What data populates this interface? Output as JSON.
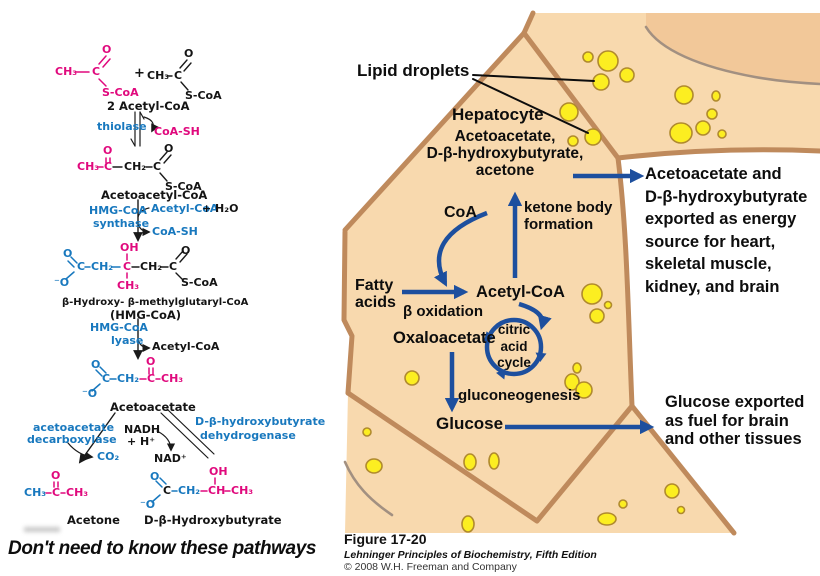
{
  "colors": {
    "magenta": "#e0097d",
    "blue": "#1878be",
    "arrow": "#1d4f9e",
    "cell-fill": "#f8d9ae",
    "cell-fill-dark": "#f2c899",
    "membrane": "#bf8a5c",
    "membrane-thin": "#a29081",
    "droplet": "#fcee21",
    "droplet-stroke": "#b08a2e"
  },
  "left": {
    "s1": {
      "ch3": "CH₃",
      "c": "C",
      "o": "O",
      "scoa": "S-CoA"
    },
    "plus": "+",
    "s2": {
      "ch3": "CH₃",
      "c": "C",
      "o": "O",
      "scoa": "S-CoA"
    },
    "two_acetyl": "2 Acetyl-CoA",
    "thiolase": "thiolase",
    "coash1": "CoA-SH",
    "s3": {
      "ch3": "CH₃",
      "c1": "C",
      "o1": "O",
      "ch2": "CH₂",
      "c2": "C",
      "o2": "O",
      "scoa": "S-CoA"
    },
    "acetoacetyl": "Acetoacetyl-CoA",
    "synthase1": "HMG-CoA",
    "synthase2": "synthase",
    "acoa_in": "Acetyl-CoA",
    "h2o": "+ H₂O",
    "coash2": "CoA-SH",
    "s4": {
      "o1": "O",
      "c1": "C",
      "ominus": "⁻O",
      "ch2a": "CH₂",
      "oh": "OH",
      "c2": "C",
      "ch3": "CH₃",
      "ch2b": "CH₂",
      "c3": "C",
      "o2": "O",
      "scoa": "S-CoA"
    },
    "hmg1": "β-Hydroxy- β-methylglutaryl-CoA",
    "hmg2": "(HMG-CoA)",
    "lyase1": "HMG-CoA",
    "lyase2": "lyase",
    "acoa_out": "Acetyl-CoA",
    "s5": {
      "o1": "O",
      "c1": "C",
      "ominus": "⁻O",
      "ch2": "CH₂",
      "o2": "O",
      "c2": "C",
      "ch3": "CH₃"
    },
    "acetoacetate": "Acetoacetate",
    "dec1": "acetoacetate",
    "dec2": "decarboxylase",
    "co2": "CO₂",
    "nadh1": "NADH",
    "nadh2": "+ H⁺",
    "nad": "NAD⁺",
    "dh1": "D-β-hydroxybutyrate",
    "dh2": "dehydrogenase",
    "s6": {
      "ch3a": "CH₃",
      "c": "C",
      "o": "O",
      "ch3b": "CH₃"
    },
    "acetone": "Acetone",
    "s7": {
      "o1": "O",
      "c": "C",
      "ominus": "⁻O",
      "ch2": "CH₂",
      "oh": "OH",
      "ch": "CH",
      "ch3": "CH₃"
    },
    "bhb": "D-β-Hydroxybutyrate",
    "note": "Don't need to know these pathways"
  },
  "cell": {
    "lipid_droplets": "Lipid droplets",
    "hepatocyte": "Hepatocyte",
    "products": [
      "Acetoacetate,",
      "D-β-hydroxybutyrate,",
      "acetone"
    ],
    "coa": "CoA",
    "ketone1": "ketone body",
    "ketone2": "formation",
    "fatty1": "Fatty",
    "fatty2": "acids",
    "beta_ox": "β oxidation",
    "acetylcoa": "Acetyl-CoA",
    "oxaloacetate": "Oxaloacetate",
    "cycle": [
      "citric",
      "acid",
      "cycle"
    ],
    "gluconeogenesis": "gluconeogenesis",
    "glucose": "Glucose",
    "export_ketones": [
      "Acetoacetate and",
      "D-β-hydroxybutyrate",
      "exported as energy",
      "source for heart,",
      "skeletal muscle,",
      "kidney, and brain"
    ],
    "export_glucose": [
      "Glucose exported",
      "as fuel for brain",
      "and other tissues"
    ]
  },
  "caption": {
    "figure": "Figure 17-20",
    "book": "Lehninger Principles of Biochemistry, Fifth Edition",
    "copyright": "© 2008 W.H. Freeman and Company"
  }
}
